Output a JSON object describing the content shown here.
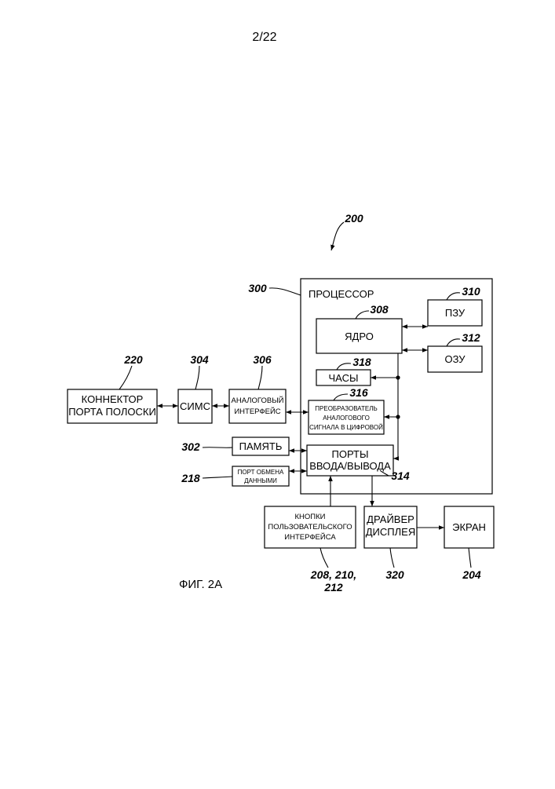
{
  "page_number": "2/22",
  "figure_label": "ФИГ. 2A",
  "blocks": {
    "processor": {
      "label": "ПРОЦЕССОР"
    },
    "rom": {
      "label": "ПЗУ"
    },
    "core": {
      "label": "ЯДРО"
    },
    "ram": {
      "label": "ОЗУ"
    },
    "clock": {
      "label": "ЧАСЫ"
    },
    "adc": {
      "lines": [
        "ПРЕОБРАЗОВАТЕЛЬ",
        "АНАЛОГОВОГО",
        "СИГНАЛА В ЦИФРОВОЙ"
      ]
    },
    "io_ports": {
      "lines": [
        "ПОРТЫ",
        "ВВОДА/ВЫВОДА"
      ]
    },
    "strip_port_connector": {
      "lines": [
        "КОННЕКТОР",
        "ПОРТА ПОЛОСКИ"
      ]
    },
    "sims": {
      "label": "СИМС"
    },
    "analog_interface": {
      "lines": [
        "АНАЛОГОВЫЙ",
        "ИНТЕРФЕЙС"
      ]
    },
    "memory": {
      "label": "ПАМЯТЬ"
    },
    "data_port": {
      "lines": [
        "ПОРТ ОБМЕНА",
        "ДАННЫМИ"
      ]
    },
    "ui_buttons": {
      "lines": [
        "КНОПКИ",
        "ПОЛЬЗОВАТЕЛЬСКОГО",
        "ИНТЕРФЕЙСА"
      ]
    },
    "display_driver": {
      "lines": [
        "ДРАЙВЕР",
        "ДИСПЛЕЯ"
      ]
    },
    "screen": {
      "label": "ЭКРАН"
    }
  },
  "refs": {
    "system": "200",
    "processor": "300",
    "rom": "310",
    "core": "308",
    "ram": "312",
    "clock": "318",
    "adc": "316",
    "io_ports": "314",
    "connector": "220",
    "sims": "304",
    "analog_interface": "306",
    "memory": "302",
    "data_port": "218",
    "buttons_line1": "208, 210,",
    "buttons_line2": "212",
    "display_driver": "320",
    "screen": "204"
  }
}
